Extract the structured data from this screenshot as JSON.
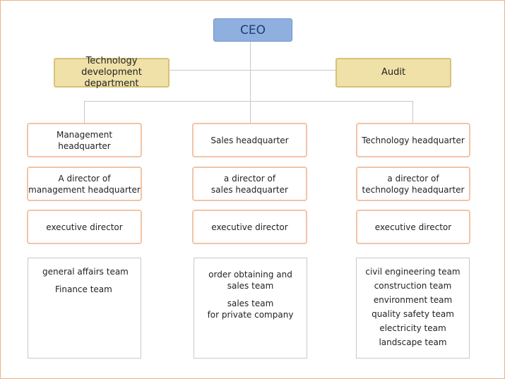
{
  "ceo": "CEO",
  "staff": {
    "left": [
      "Technology",
      "development department"
    ],
    "right": "Audit"
  },
  "columns": [
    {
      "headquarter": [
        "Management",
        "headquarter"
      ],
      "director": [
        "A director of",
        "management headquarter"
      ],
      "executive": "executive director",
      "teams": [
        "general affairs team",
        "Finance team"
      ]
    },
    {
      "headquarter": [
        "Sales headquarter"
      ],
      "director": [
        "a director of",
        "sales headquarter"
      ],
      "executive": "executive director",
      "teams": [
        "order obtaining and",
        "sales team",
        "sales team",
        "for private company"
      ]
    },
    {
      "headquarter": [
        "Technology headquarter"
      ],
      "director": [
        "a director of",
        "technology headquarter"
      ],
      "executive": "executive director",
      "teams": [
        "civil engineering team",
        "construction team",
        "environment team",
        "quality safety team",
        "electricity team",
        "landscape team"
      ]
    }
  ],
  "colors": {
    "ceo_fill": "#8fb0df",
    "staff_fill": "#efe1a8",
    "box_border": "#f2c4a6",
    "connector": "#c8c8c8"
  }
}
